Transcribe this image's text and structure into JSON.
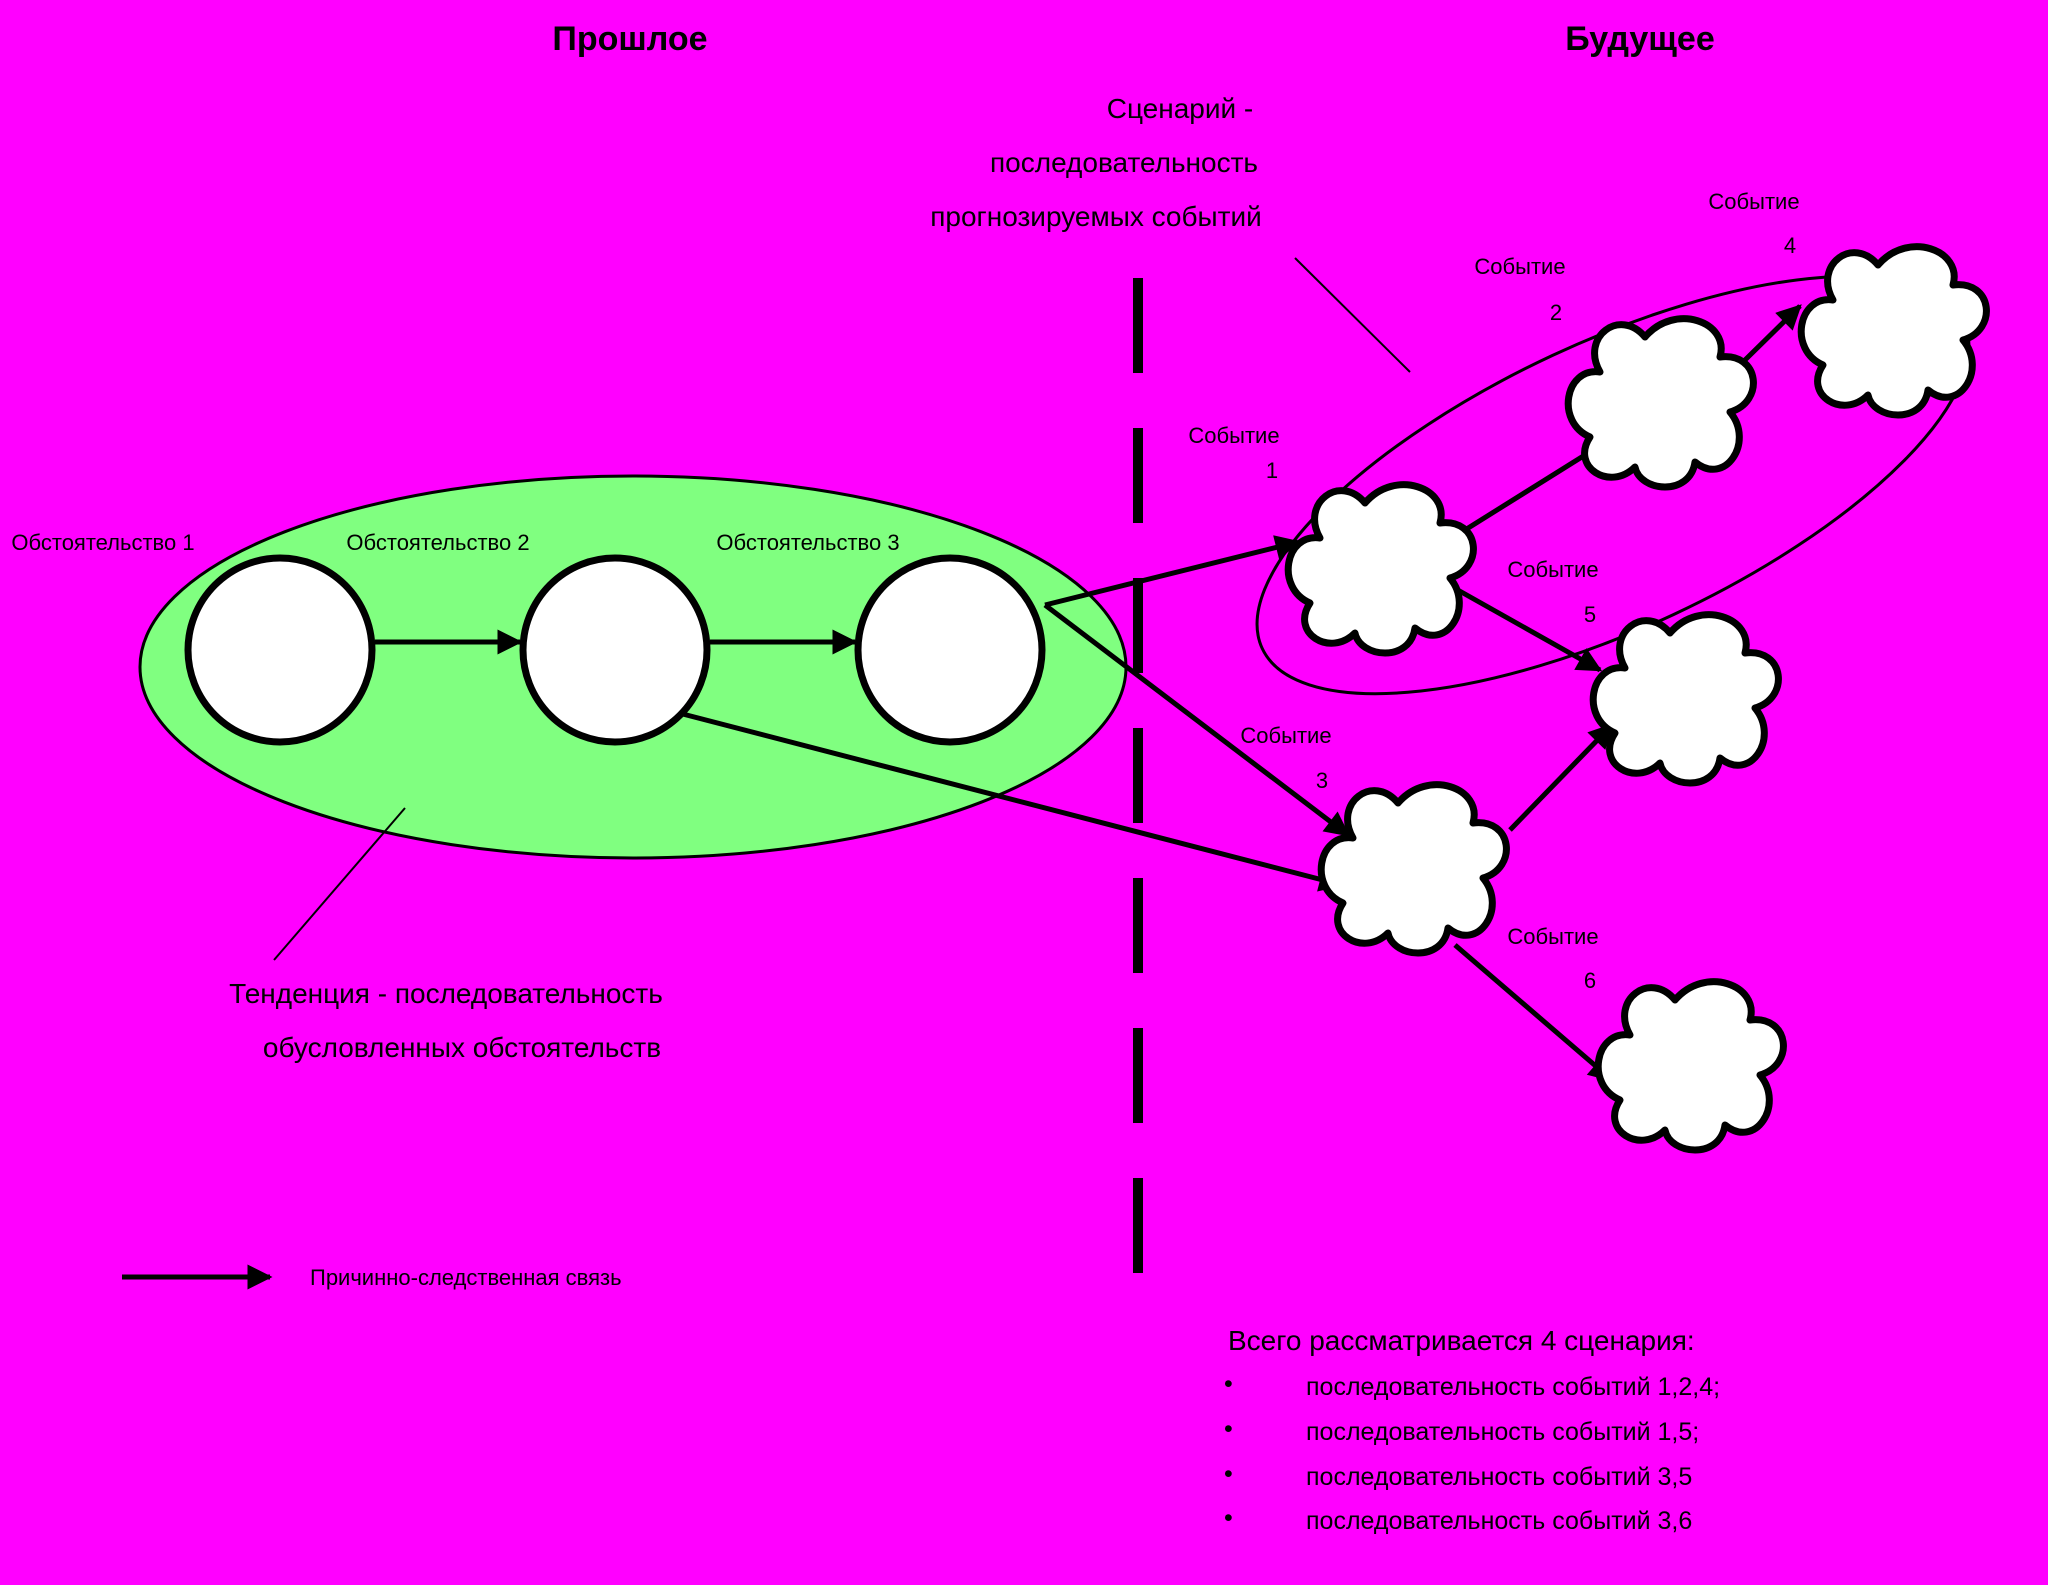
{
  "colors": {
    "background": "#ff00ff",
    "tendency_ellipse": "#80ff80",
    "node_fill": "#ffffff",
    "stroke": "#000000"
  },
  "headers": {
    "past": "Прошлое",
    "future": "Будущее"
  },
  "scenario_note": {
    "line1": "Сценарий -",
    "line2": "последовательность",
    "line3": "прогнозируемых событий"
  },
  "tendency_note": {
    "line1": "Тенденция - последовательность",
    "line2": "обусловленных обстоятельств"
  },
  "circumstances": [
    {
      "label": "Обстоятельство 1"
    },
    {
      "label": "Обстоятельство 2"
    },
    {
      "label": "Обстоятельство 3"
    }
  ],
  "events": [
    {
      "word": "Событие",
      "num": "1"
    },
    {
      "word": "Событие",
      "num": "2"
    },
    {
      "word": "Событие",
      "num": "3"
    },
    {
      "word": "Событие",
      "num": "4"
    },
    {
      "word": "Событие",
      "num": "5"
    },
    {
      "word": "Событие",
      "num": "6"
    }
  ],
  "legend": {
    "label": "Причинно-следственная связь"
  },
  "summary": {
    "title": "Всего рассматривается 4 сценария:",
    "bullet": "•",
    "items": [
      "последовательность событий 1,2,4;",
      "последовательность событий 1,5;",
      "последовательность событий 3,5",
      "последовательность событий 3,6"
    ]
  }
}
